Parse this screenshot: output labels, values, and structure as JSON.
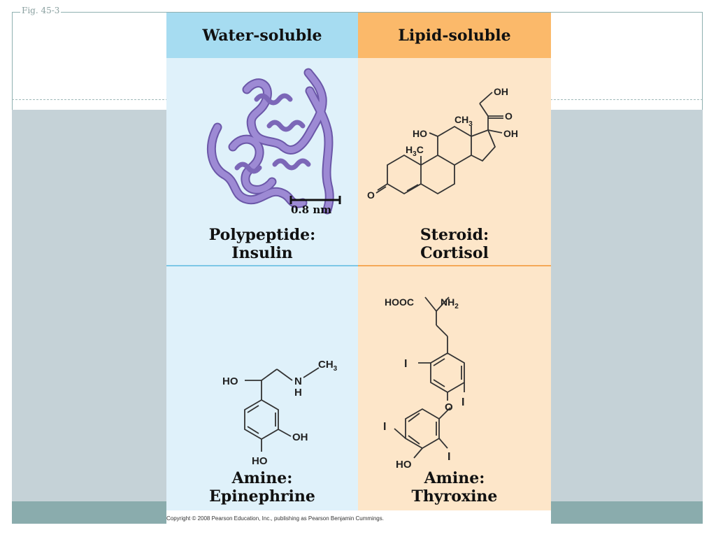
{
  "slide": {
    "fig_label": "Fig. 45-3"
  },
  "figure": {
    "headers": {
      "left": "Water-soluble",
      "right": "Lipid-soluble"
    },
    "panels": {
      "insulin": {
        "caption_line1": "Polypeptide:",
        "caption_line2": "Insulin",
        "scale_bar": "0.8 nm"
      },
      "cortisol": {
        "caption_line1": "Steroid:",
        "caption_line2": "Cortisol"
      },
      "epinephrine": {
        "caption_line1": "Amine:",
        "caption_line2": "Epinephrine"
      },
      "thyroxine": {
        "caption_line1": "Amine:",
        "caption_line2": "Thyroxine"
      }
    },
    "atoms": {
      "cortisol": {
        "oh_top": "OH",
        "ch3": "CH3",
        "o_keto_side": "O",
        "oh_side": "OH",
        "ho": "HO",
        "h3c": "H3C",
        "o_ring": "O"
      },
      "epinephrine": {
        "ho_side": "HO",
        "n": "N",
        "h": "H",
        "ch3": "CH3",
        "oh_ring": "OH",
        "ho_ring": "HO"
      },
      "thyroxine": {
        "hooc": "HOOC",
        "nh2": "NH2",
        "i1": "I",
        "i2": "I",
        "o_bridge": "O",
        "i3": "I",
        "i4": "I",
        "ho": "HO"
      }
    },
    "copyright": "Copyright © 2008 Pearson Education, Inc., publishing as Pearson Benjamin Cummings.",
    "colors": {
      "water_header": "#a6dcf1",
      "lipid_header": "#fbb96a",
      "water_panel": "#dff1fa",
      "lipid_panel": "#fde6c9",
      "protein_ribbon": "#8e7ac4"
    }
  }
}
